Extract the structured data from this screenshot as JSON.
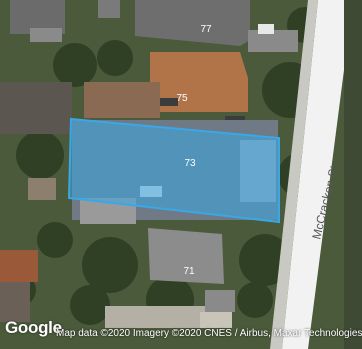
{
  "map": {
    "street_name": "McCracken St",
    "house_numbers": [
      "77",
      "75",
      "73",
      "71"
    ],
    "highlight_color": "#3aa8e6",
    "road_color": "#f2f2f2"
  },
  "footer": {
    "logo_text": "Google",
    "attribution": "Map data ©2020 Imagery ©2020 CNES / Airbus, Maxar Technologies"
  }
}
